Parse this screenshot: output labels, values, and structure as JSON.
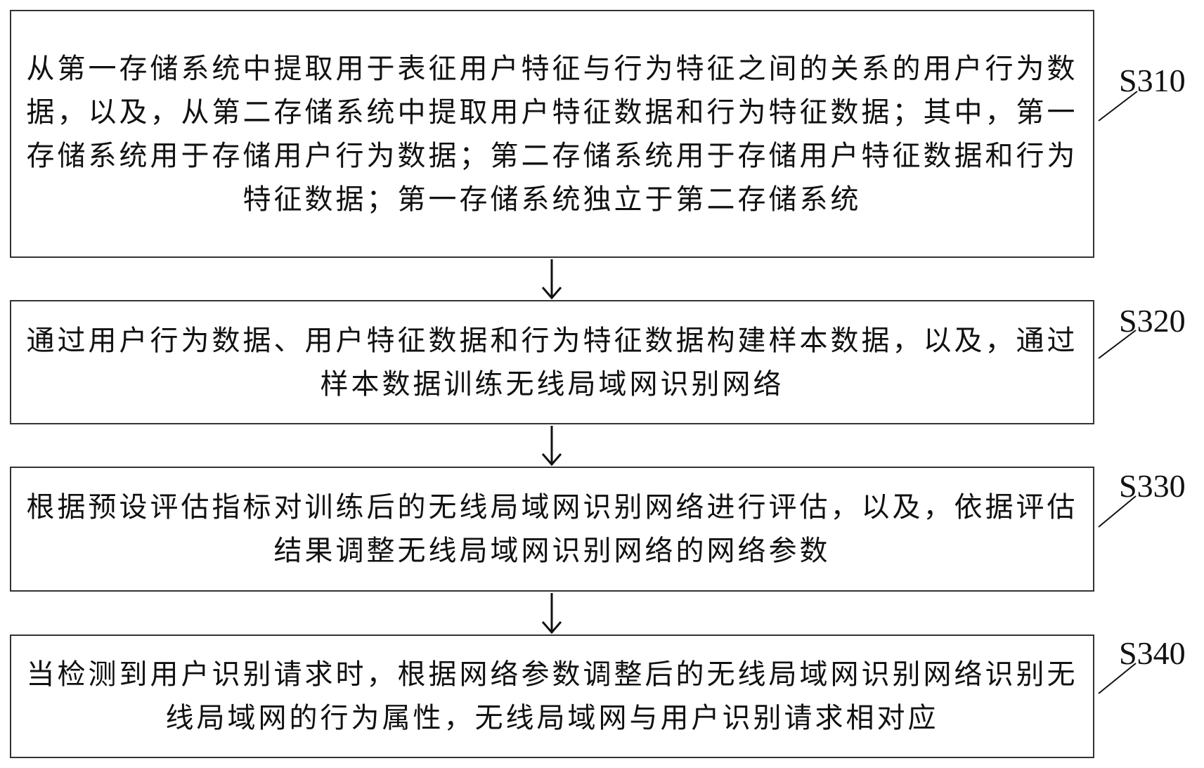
{
  "steps": [
    {
      "label": "S310",
      "text": "从第一存储系统中提取用于表征用户特征与行为特征之间的关系的用户行为数据，以及，从第二存储系统中提取用户特征数据和行为特征数据；其中，第一存储系统用于存储用户行为数据；第二存储系统用于存储用户特征数据和行为特征数据；第一存储系统独立于第二存储系统"
    },
    {
      "label": "S320",
      "text": "通过用户行为数据、用户特征数据和行为特征数据构建样本数据，以及，通过样本数据训练无线局域网识别网络"
    },
    {
      "label": "S330",
      "text": "根据预设评估指标对训练后的无线局域网识别网络进行评估，以及，依据评估结果调整无线局域网识别网络的网络参数"
    },
    {
      "label": "S340",
      "text": "当检测到用户识别请求时，根据网络参数调整后的无线局域网识别网络识别无线局域网的行为属性，无线局域网与用户识别请求相对应"
    }
  ],
  "colors": {
    "stroke": "#333333",
    "text": "#111111"
  }
}
